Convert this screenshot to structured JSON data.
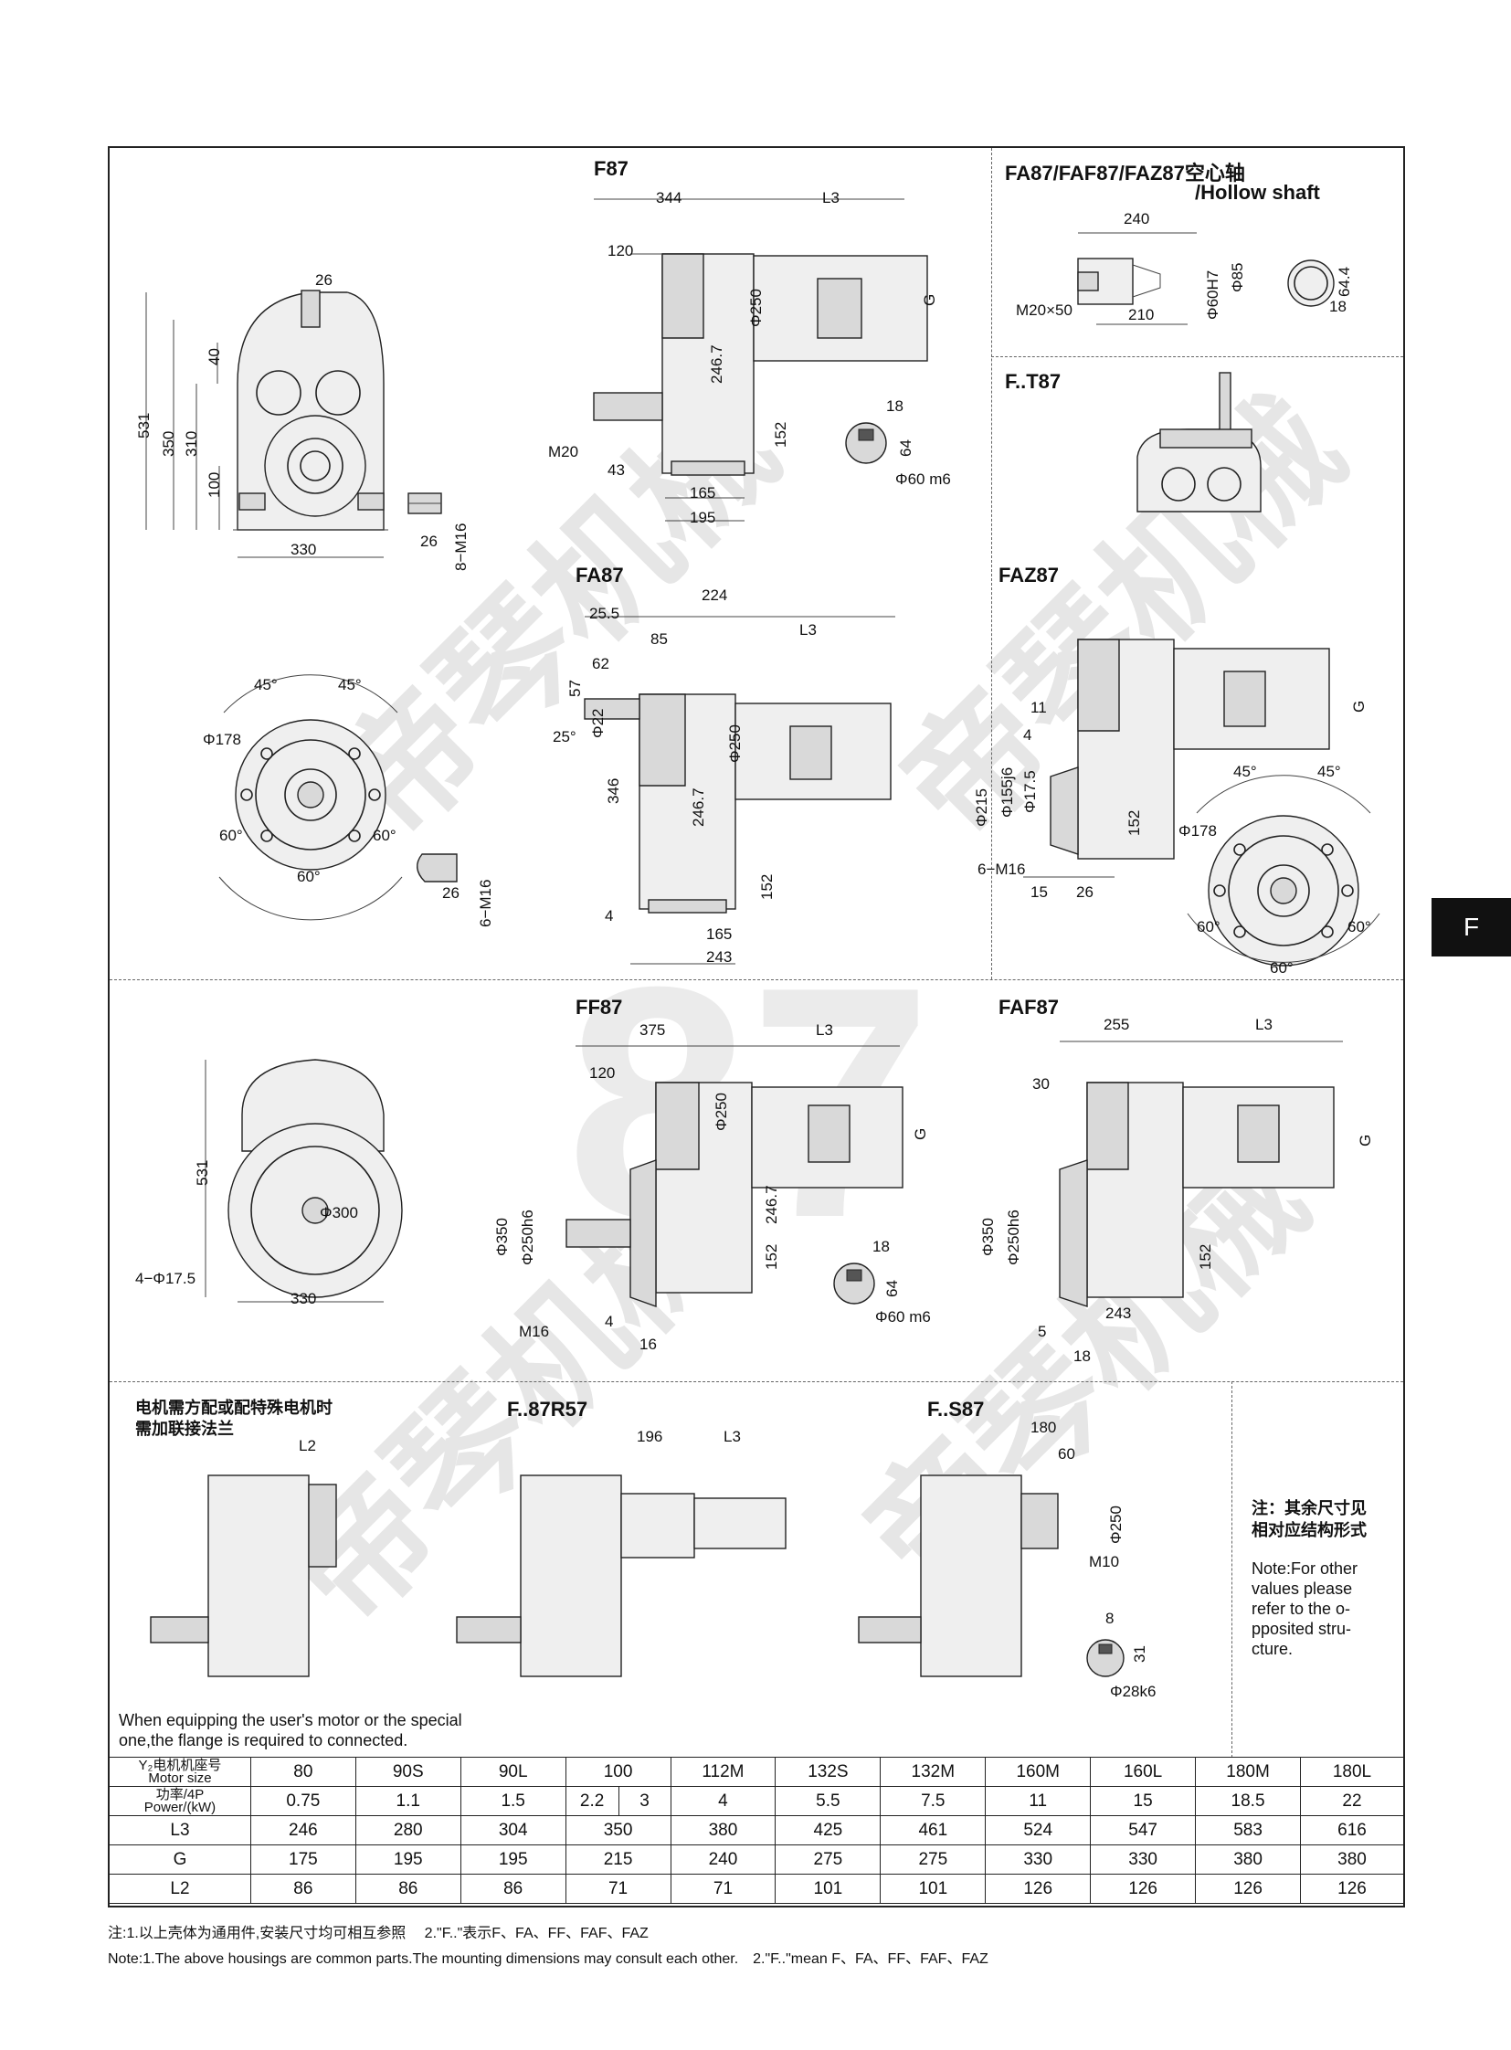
{
  "sections": {
    "f87": "F87",
    "fa87_hollow": "FA87/FAF87/FAZ87空心轴",
    "hollow_shaft": "/Hollow shaft",
    "ft87": "F..T87",
    "fa87": "FA87",
    "faz87": "FAZ87",
    "ff87": "FF87",
    "faf87": "FAF87",
    "fr87": "F..87R57",
    "fs87": "F..S87"
  },
  "dims": {
    "f87_front": {
      "w26": "26",
      "h531": "531",
      "h350": "350",
      "h310": "310",
      "h40": "40",
      "h100": "100",
      "w330": "330",
      "key26": "26",
      "m16": "8−M16"
    },
    "f87_side": {
      "d344": "344",
      "l3": "L3",
      "d120": "120",
      "g": "G",
      "phi250": "Φ250",
      "d246": "246.7",
      "d152": "152",
      "m20": "M20",
      "d43": "43",
      "d165": "165",
      "d195": "195"
    },
    "f87_key": {
      "k18": "18",
      "k64": "64",
      "phi60": "Φ60 m6"
    },
    "hollow": {
      "d240": "240",
      "phi60h7": "Φ60H7",
      "phi85": "Φ85",
      "d210": "210",
      "m20": "M20×50",
      "d644": "64.4",
      "d18": "18"
    },
    "fa87": {
      "a45l": "45°",
      "a45r": "45°",
      "phi178": "Φ178",
      "a60l": "60°",
      "a60r": "60°",
      "a60b": "60°",
      "k26": "26",
      "m16": "6−M16",
      "d255": "25.5",
      "d224": "224",
      "d85": "85",
      "l3": "L3",
      "d62": "62",
      "d57": "57",
      "a25": "25°",
      "phi22": "Φ22",
      "phi250": "Φ250",
      "d346": "346",
      "d2467": "246.7",
      "d152": "152",
      "d4": "4",
      "d165": "165",
      "d243": "243"
    },
    "faz87": {
      "d11": "11",
      "d4": "4",
      "g": "G",
      "phi215": "Φ215",
      "phi155": "Φ155j6",
      "phi175": "Φ17.5",
      "m16": "6−M16",
      "d15": "15",
      "d26": "26",
      "d152": "152",
      "a45l": "45°",
      "a45r": "45°",
      "phi178": "Φ178",
      "a60l": "60°",
      "a60r": "60°",
      "a60b": "60°"
    },
    "ff87_front": {
      "h531": "531",
      "phi300": "Φ300",
      "holes": "4−Φ17.5",
      "w330": "330"
    },
    "ff87": {
      "d375": "375",
      "l3": "L3",
      "d120": "120",
      "phi250": "Φ250",
      "g": "G",
      "phi350": "Φ350",
      "phi250h6": "Φ250h6",
      "d2467": "246.7",
      "d152": "152",
      "m16": "M16",
      "d4": "4",
      "d16": "16",
      "k18": "18",
      "k64": "64",
      "phi60": "Φ60 m6"
    },
    "faf87": {
      "d255": "255",
      "l3": "L3",
      "d30": "30",
      "g": "G",
      "phi350": "Φ350",
      "phi250h6": "Φ250h6",
      "d152": "152",
      "d243": "243",
      "d5": "5",
      "d18": "18"
    },
    "fl2": {
      "l2": "L2"
    },
    "fr87": {
      "d196": "196",
      "l3": "L3"
    },
    "fs87": {
      "d180": "180",
      "d60": "60",
      "phi250": "Φ250",
      "m10": "M10",
      "k8": "8",
      "k31": "31",
      "phi28": "Φ28k6"
    }
  },
  "notes": {
    "motor_cn_1": "电机需方配或配特殊电机时",
    "motor_cn_2": "需加联接法兰",
    "motor_en_1": "When equipping the user's motor or the special",
    "motor_en_2": "one,the flange is required to connected.",
    "other_cn_1": "注：其余尺寸见",
    "other_cn_2": "相对应结构形式",
    "other_en_1": "Note:For other",
    "other_en_2": "values please",
    "other_en_3": "refer to the o-",
    "other_en_4": "pposited stru-",
    "other_en_5": "cture."
  },
  "table": {
    "row_headers": {
      "size_cn": "Y₂电机机座号",
      "size_en": "Motor size",
      "power_cn": "功率/4P",
      "power_en": "Power/(kW)",
      "l3": "L3",
      "g": "G",
      "l2": "L2"
    },
    "motor_size": [
      "80",
      "90S",
      "90L",
      "100",
      "112M",
      "132S",
      "132M",
      "160M",
      "160L",
      "180M",
      "180L"
    ],
    "power": [
      "0.75",
      "1.1",
      "1.5",
      "2.2",
      "3",
      "4",
      "5.5",
      "7.5",
      "11",
      "15",
      "18.5",
      "22"
    ],
    "L3": [
      "246",
      "280",
      "304",
      "350",
      "380",
      "425",
      "461",
      "524",
      "547",
      "583",
      "616"
    ],
    "G": [
      "175",
      "195",
      "195",
      "215",
      "240",
      "275",
      "275",
      "330",
      "330",
      "380",
      "380"
    ],
    "L2": [
      "86",
      "86",
      "86",
      "71",
      "71",
      "101",
      "101",
      "126",
      "126",
      "126",
      "126"
    ]
  },
  "side_tab": "F",
  "footer": {
    "cn": "注:1.以上壳体为通用件,安装尺寸均可相互参照　 2.\"F..\"表示F、FA、FF、FAF、FAZ",
    "en": "Note:1.The above housings are common parts.The mounting dimensions may consult each other.　2.\"F..\"mean F、FA、FF、FAF、FAZ"
  },
  "watermarks": {
    "w1": "帝琴机械",
    "w2": "87"
  }
}
